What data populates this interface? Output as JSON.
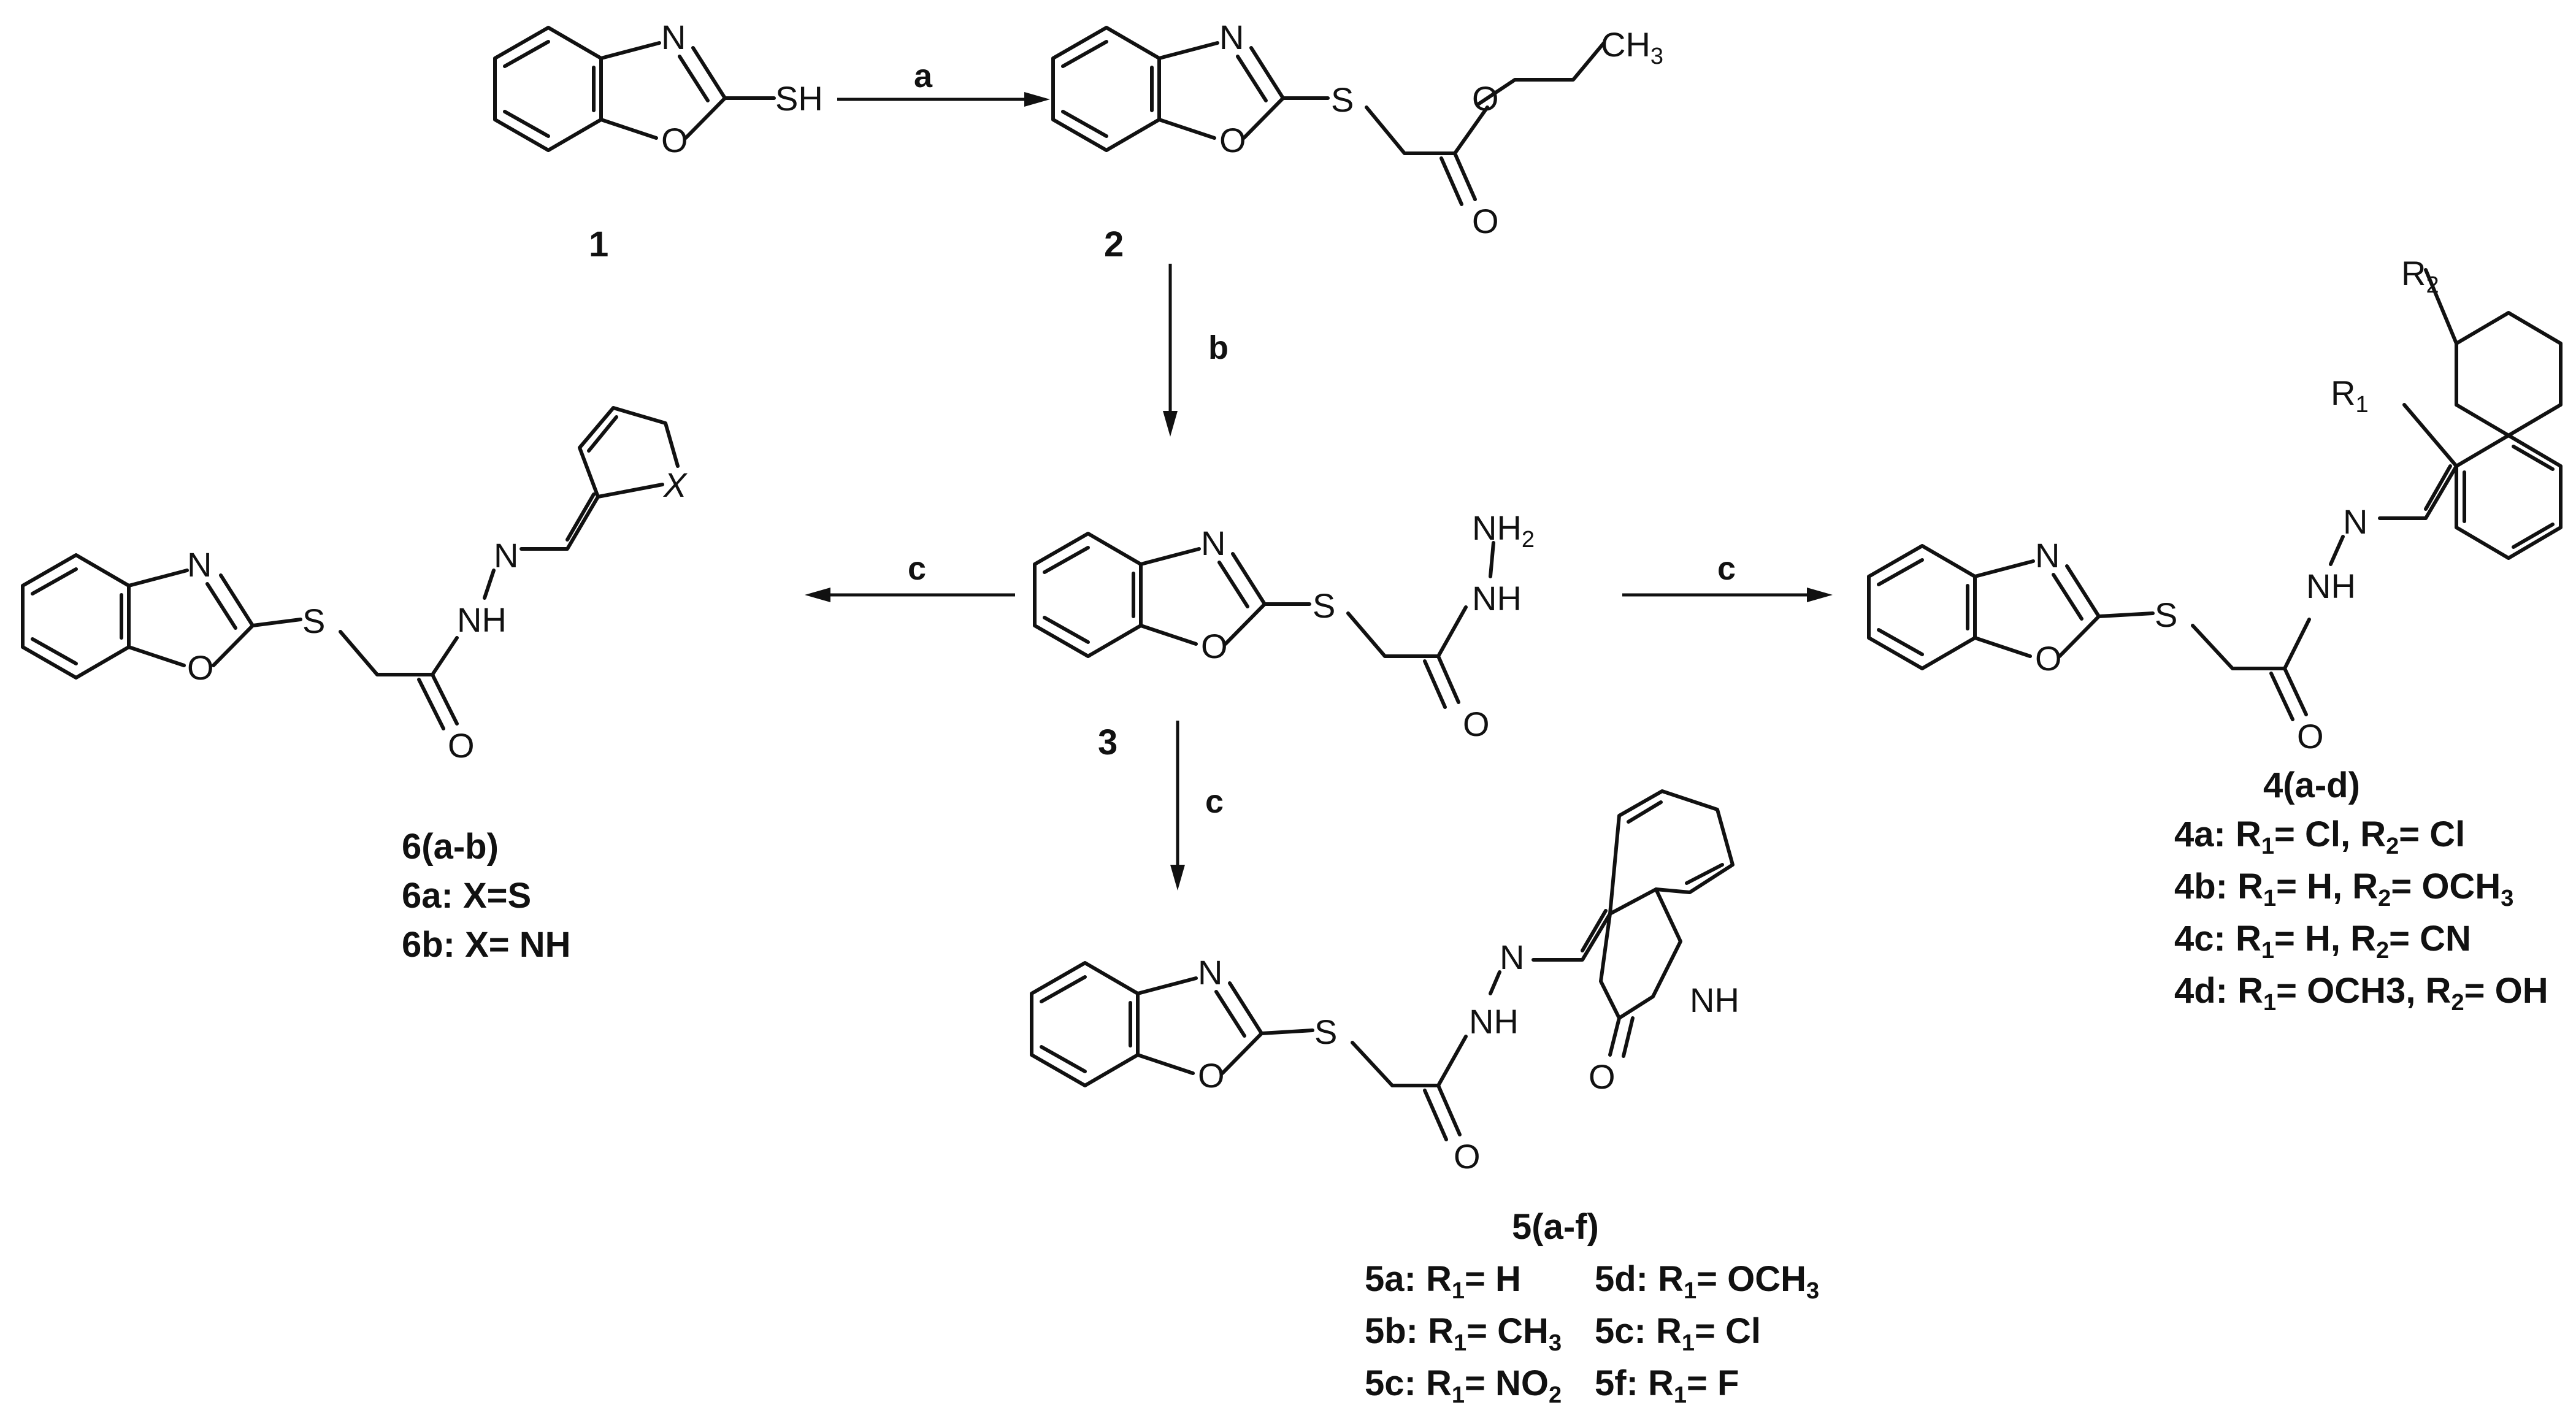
{
  "reagents": {
    "a": "a",
    "b": "b",
    "c": "c"
  },
  "atoms": {
    "N": "N",
    "O": "O",
    "S": "S",
    "SH": "SH",
    "NH": "NH",
    "NH2": "NH",
    "sub2": "2",
    "sub3": "3",
    "CH3": "CH",
    "X": "X",
    "R1": "R",
    "R2": "R",
    "sub1": "1"
  },
  "compounds": {
    "c1": {
      "label": "1"
    },
    "c2": {
      "label": "2"
    },
    "c3": {
      "label": "3"
    },
    "c4": {
      "label": "4(a-d)",
      "variants": [
        {
          "id": "4a: ",
          "r1": "Cl",
          "r2": "Cl",
          "r2_sub": ""
        },
        {
          "id": "4b: ",
          "r1": "H",
          "r2": "OCH",
          "r2_sub": "3"
        },
        {
          "id": "4c: ",
          "r1": "H",
          "r2": "CN",
          "r2_sub": ""
        },
        {
          "id": "4d: ",
          "r1": "OCH3",
          "r2": "OH",
          "r2_sub": ""
        }
      ]
    },
    "c5": {
      "label": "5(a-f)",
      "variants": [
        {
          "id": "5a: ",
          "r1": "H",
          "r1_sub": ""
        },
        {
          "id": "5b: ",
          "r1": "CH",
          "r1_sub": "3"
        },
        {
          "id": "5c: ",
          "r1": "NO",
          "r1_sub": "2"
        },
        {
          "id": "5d: ",
          "r1": "OCH",
          "r1_sub": "3"
        },
        {
          "id": "5c: ",
          "r1": "Cl",
          "r1_sub": ""
        },
        {
          "id": "5f: ",
          "r1": "F",
          "r1_sub": ""
        }
      ]
    },
    "c6": {
      "label": "6(a-b)",
      "variants": [
        {
          "text": "6a:  X=S"
        },
        {
          "text": "6b:  X= NH"
        }
      ]
    }
  }
}
